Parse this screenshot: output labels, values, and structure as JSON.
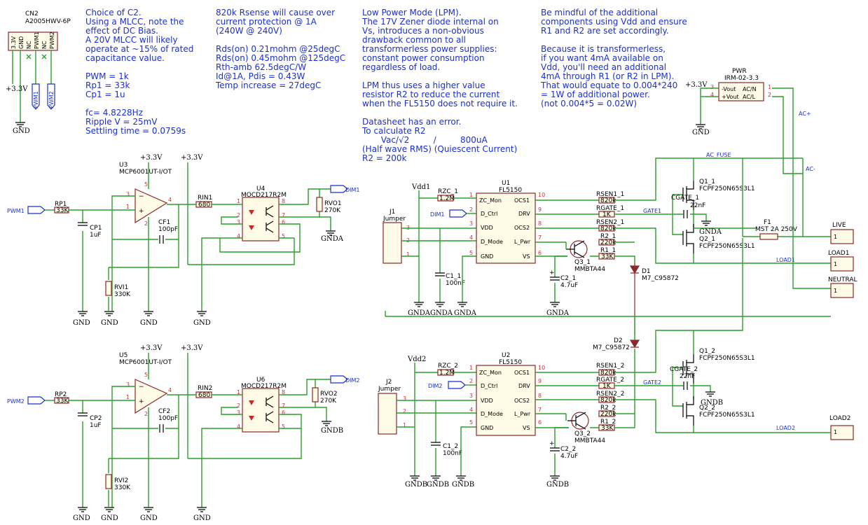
{
  "notes": {
    "c2_choice": "Choice of C2.\nUsing a MLCC, note the\neffect of DC Bias.\nA 20V MLCC will likely\noperate at ~15% of rated\ncapacitance value.\n\nPWM = 1k\nRp1 = 33k\nCp1 = 1u\n\nfc= 4.8228Hz\nRipple V = 25mV\nSettling time = 0.0759s",
    "rsense": "820k Rsense will cause over\ncurrent protection @ 1A\n(240W @ 240V)\n\nRds(on) 0.21mohm @25degC\nRds(on) 0.45mohm @125degC\nRth-amb 62.5degC/W\nId@1A, Pdis = 0.43W\nTemp increase = 27degC",
    "lpm": "Low Power Mode (LPM).\nThe 17V Zener diode internal on\nVs, introduces a non-obvious\ndrawback common to all\ntransformerless power supplies:\nconstant power consumption\nregardless of load.\n\nLPM thus uses a higher value\nresistor R2 to reduce the current\nwhen the FL5150 does not require it.\n\nDatasheet has an error.\nTo calculate R2\n       Vac/√2         /         800uA\n(Half wave RMS) (Quiescent Current)\nR2 = 200k",
    "vdd": "Be mindful of the additional\ncomponents using Vdd and ensure\nR1 and R2 are set accordingly.\n\nBecause it is transformerless,\nif you want 4mA available on\nVdd, you'll need an additional\n4mA through R1 (or R2 in LPM).\nThat would equate to 0.004*240\n= 1W of additional power.\n(not 0.004*5 = 0.02W)"
  },
  "cn2": {
    "ref": "CN2",
    "value": "A2005HWV-6P",
    "pins": [
      "3.3V",
      "GND",
      "NC",
      "PWM1",
      "NC",
      "PWM2"
    ],
    "nets": [
      "PWM1",
      "PWM2"
    ]
  },
  "power": {
    "v33": "+3.3V",
    "gnd": "GND",
    "gnda": "GNDA",
    "gndb": "GNDB",
    "vdd1": "Vdd1",
    "vdd2": "Vdd2"
  },
  "nets": {
    "pwm1": "PWM1",
    "pwm2": "PWM2",
    "dim1": "DIM1",
    "dim2": "DIM2",
    "ac_fuse": "AC_FUSE",
    "ac_plus": "AC+",
    "ac_minus": "AC-",
    "gate1": "GATE1",
    "gate2": "GATE2",
    "load1": "LOAD1",
    "load2": "LOAD2"
  },
  "ch1": {
    "rp": {
      "ref": "RP1",
      "value": "33K"
    },
    "cp": {
      "ref": "CP1",
      "value": "1uF"
    },
    "u": {
      "ref": "U3",
      "value": "MCP6001UT-I/OT"
    },
    "cf": {
      "ref": "CF1",
      "value": "100pF"
    },
    "rvi": {
      "ref": "RVI1",
      "value": "330K"
    },
    "rin": {
      "ref": "RIN1",
      "value": "680"
    },
    "opto": {
      "ref": "U4",
      "value": "MOCD217R2M"
    },
    "rvo": {
      "ref": "RVO1",
      "value": "270K"
    }
  },
  "ch2": {
    "rp": {
      "ref": "RP2",
      "value": "33K"
    },
    "cp": {
      "ref": "CP2",
      "value": "1uF"
    },
    "u": {
      "ref": "U5",
      "value": "MCP6001UT-I/OT"
    },
    "cf": {
      "ref": "CF2",
      "value": "100pF"
    },
    "rvi": {
      "ref": "RVI2",
      "value": "330K"
    },
    "rin": {
      "ref": "RIN2",
      "value": "680"
    },
    "opto": {
      "ref": "U6",
      "value": "MOCD217R2M"
    },
    "rvo": {
      "ref": "RVO2",
      "value": "270K"
    }
  },
  "fl1": {
    "u": {
      "ref": "U1",
      "value": "FL5150"
    },
    "j": {
      "ref": "J1",
      "value": "Jumper"
    },
    "rzc": {
      "ref": "RZC_1",
      "value": "1.2M"
    },
    "c1": {
      "ref": "C1_1",
      "value": "100nF"
    },
    "c2": {
      "ref": "C2_1",
      "value": "4.7uF"
    },
    "q3": {
      "ref": "Q3_1",
      "value": "MMBTA44"
    },
    "rsen1": {
      "ref": "RSEN1_1",
      "value": "820k"
    },
    "rgate": {
      "ref": "RGATE_1",
      "value": "1K"
    },
    "rsen2": {
      "ref": "RSEN2_1",
      "value": "820k"
    },
    "r2": {
      "ref": "R2_1",
      "value": "220k"
    },
    "r1": {
      "ref": "R1_1",
      "value": "33K"
    },
    "cgate": {
      "ref": "CGATE_1",
      "value": "22nF"
    },
    "qa": {
      "ref": "Q1_1",
      "value": "FCPF250N65S3L1"
    },
    "qb": {
      "ref": "Q2_1",
      "value": "FCPF250N65S3L1"
    },
    "d": {
      "ref": "D1",
      "value": "M7_C95872"
    }
  },
  "fl2": {
    "u": {
      "ref": "U2",
      "value": "FL5150"
    },
    "j": {
      "ref": "J2",
      "value": "Jumper"
    },
    "rzc": {
      "ref": "RZC_2",
      "value": "1.2M"
    },
    "c1": {
      "ref": "C1_2",
      "value": "100nF"
    },
    "c2": {
      "ref": "C2_2",
      "value": "4.7uF"
    },
    "q3": {
      "ref": "Q3_2",
      "value": "MMBTA44"
    },
    "rsen1": {
      "ref": "RSEN1_2",
      "value": "820k"
    },
    "rgate": {
      "ref": "RGATE_2",
      "value": "1K"
    },
    "rsen2": {
      "ref": "RSEN2_2",
      "value": "820k"
    },
    "r2": {
      "ref": "R2_2",
      "value": "220k"
    },
    "r1": {
      "ref": "R1_2",
      "value": "33K"
    },
    "cgate": {
      "ref": "CGATE_2",
      "value": "22nF"
    },
    "qa": {
      "ref": "Q1_2",
      "value": "FCPF250N65S3L1"
    },
    "qb": {
      "ref": "Q2_2",
      "value": "FCPF250N65S3L1"
    },
    "d": {
      "ref": "D2",
      "value": "M7_C95872"
    }
  },
  "fl_pins": {
    "zc": "ZC_Mon",
    "dctrl": "D_Ctrl",
    "vdd": "VDD",
    "dmode": "D_Mode",
    "gnd": "GND",
    "ocs1": "OCS1",
    "drv": "DRV",
    "ocs2": "OCS2",
    "lpwr": "L_Pwr",
    "vs": "VS"
  },
  "psu": {
    "ref": "PWR",
    "value": "IRM-02-3.3",
    "vout_n": "-Vout",
    "vout_p": "+Vout",
    "ac_n": "AC/N",
    "ac_l": "AC/L"
  },
  "fuse": {
    "ref": "F1",
    "value": "MST 2A 250V"
  },
  "connectors": {
    "live": "LIVE",
    "load1": "LOAD1",
    "neutral": "NEUTRAL",
    "load2": "LOAD2"
  }
}
